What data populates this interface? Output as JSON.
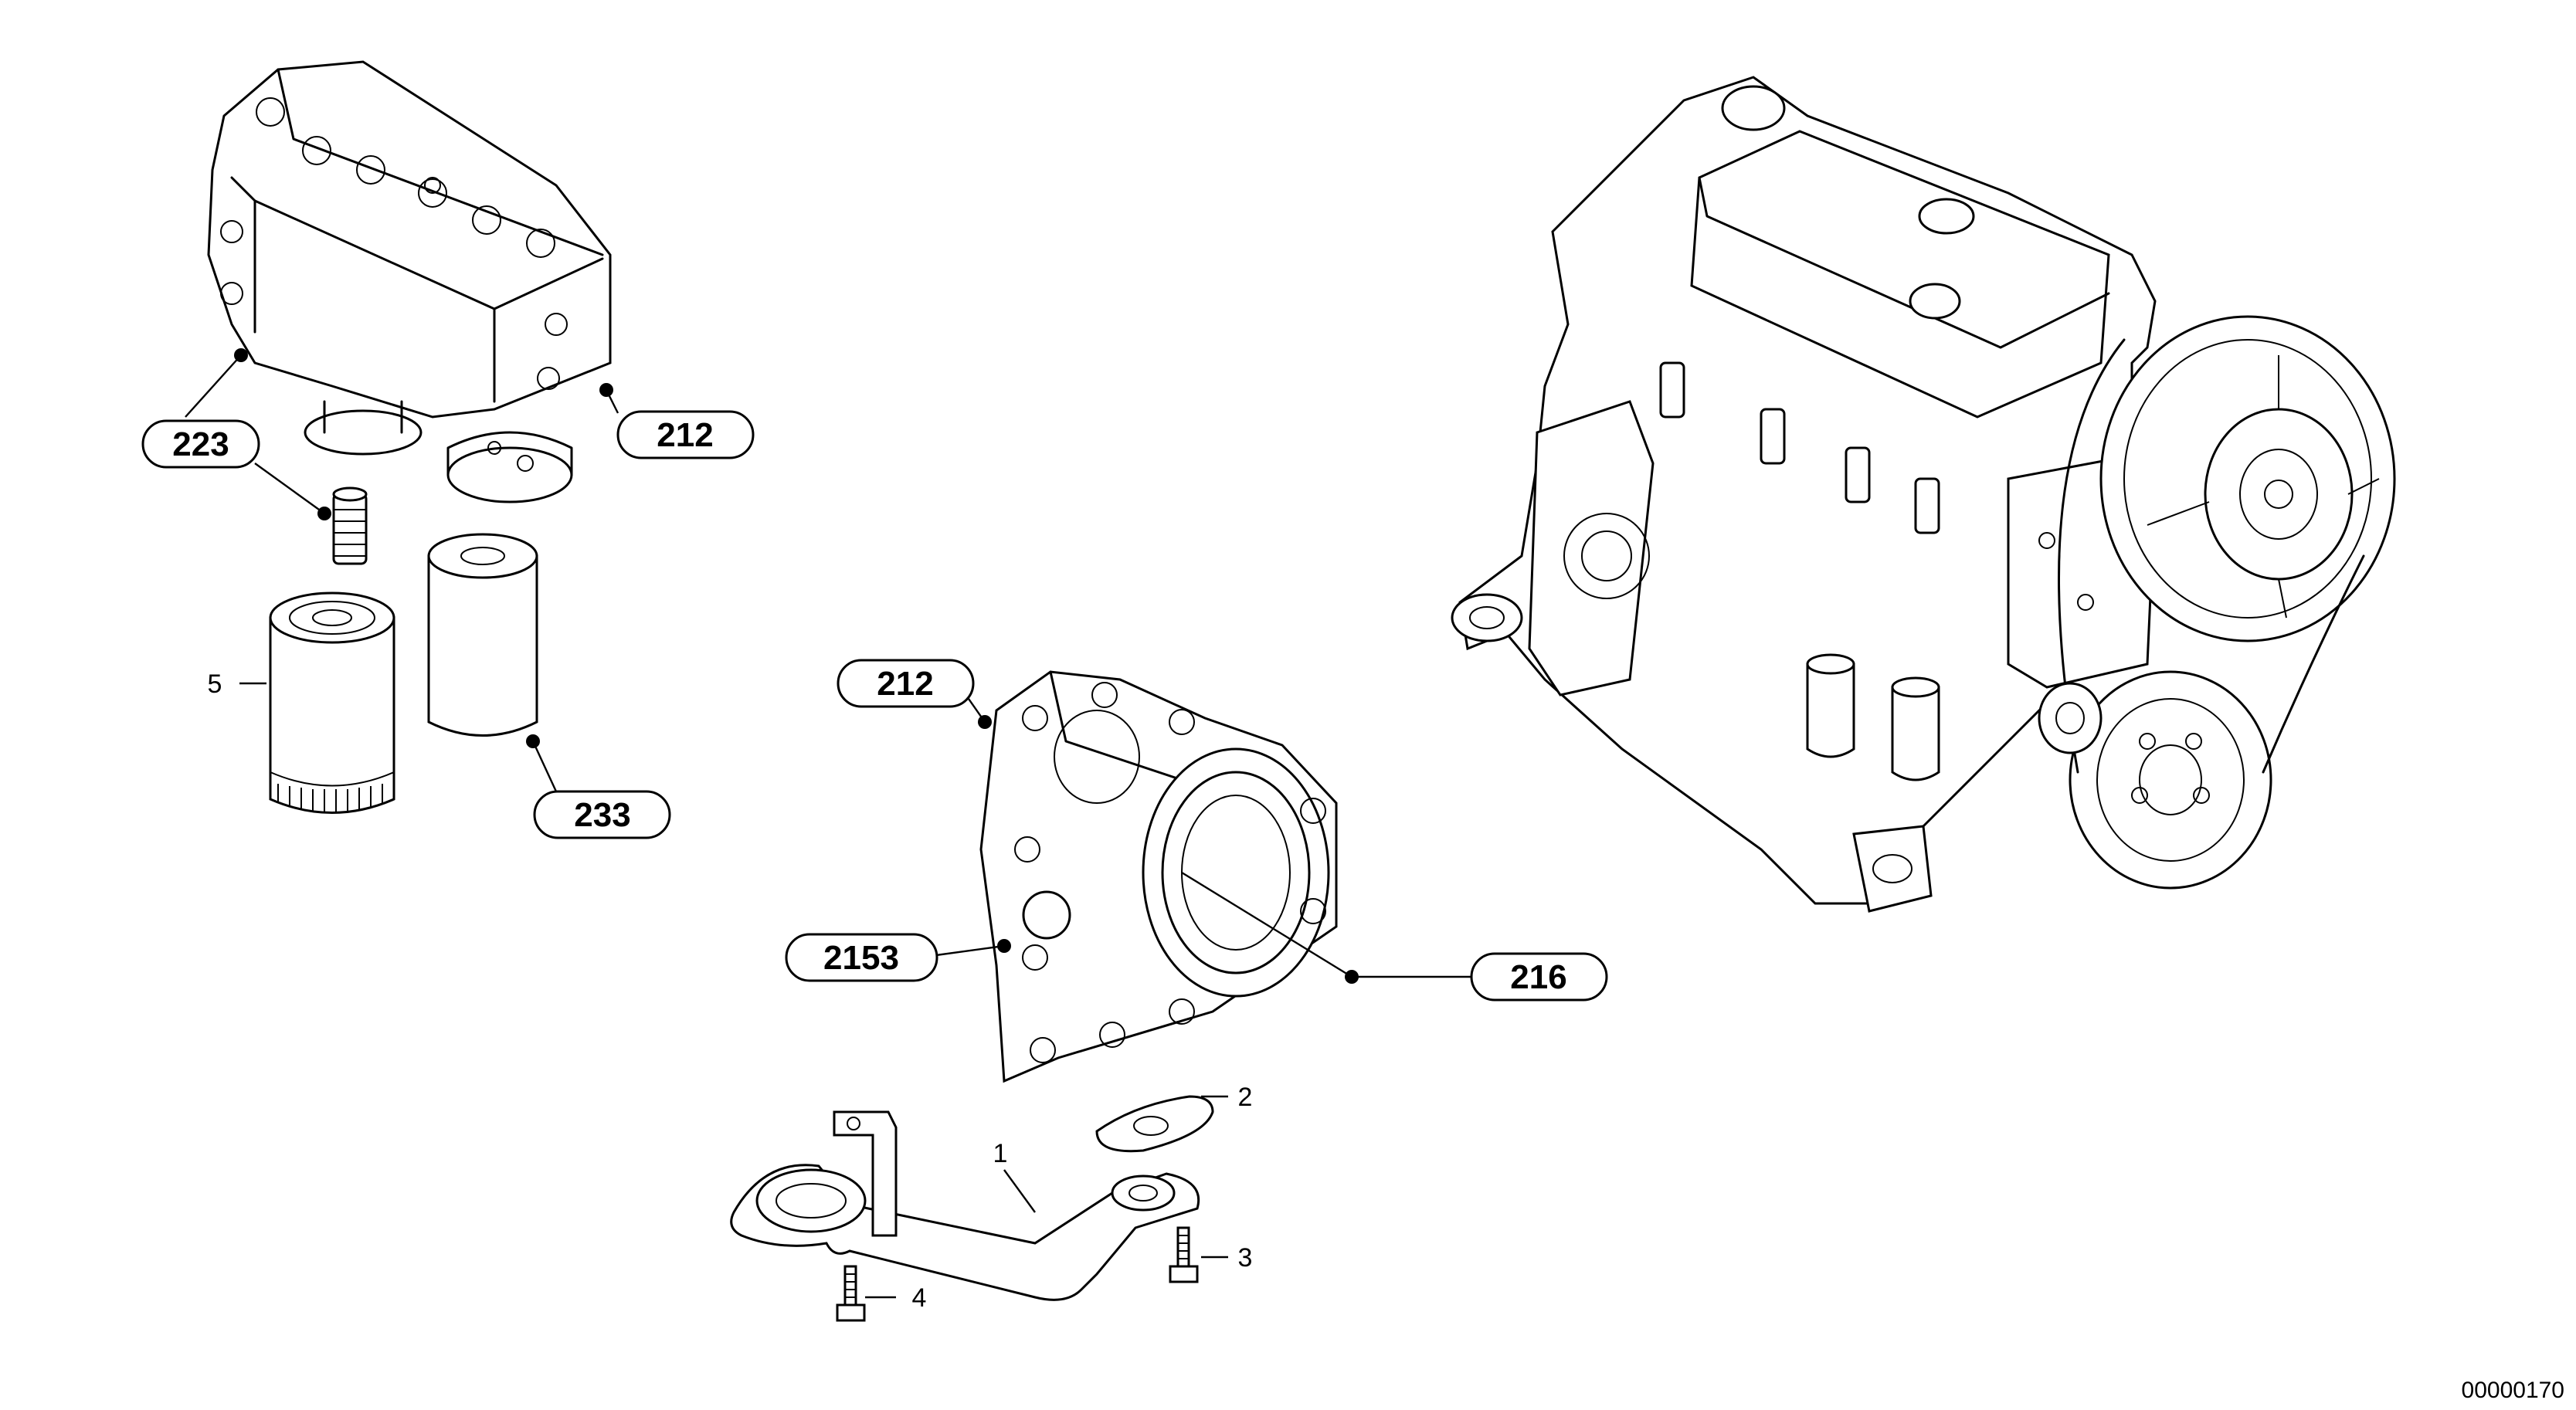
{
  "callouts": [
    {
      "id": "c223",
      "label": "223"
    },
    {
      "id": "c212a",
      "label": "212"
    },
    {
      "id": "c233",
      "label": "233"
    },
    {
      "id": "c212b",
      "label": "212"
    },
    {
      "id": "c2153",
      "label": "2153"
    },
    {
      "id": "c216",
      "label": "216"
    }
  ],
  "item_numbers": {
    "n5": "5",
    "n1": "1",
    "n2": "2",
    "n3": "3",
    "n4": "4"
  },
  "drawing_ref": "00000170",
  "line_color": "#000000",
  "background_color": "#ffffff"
}
